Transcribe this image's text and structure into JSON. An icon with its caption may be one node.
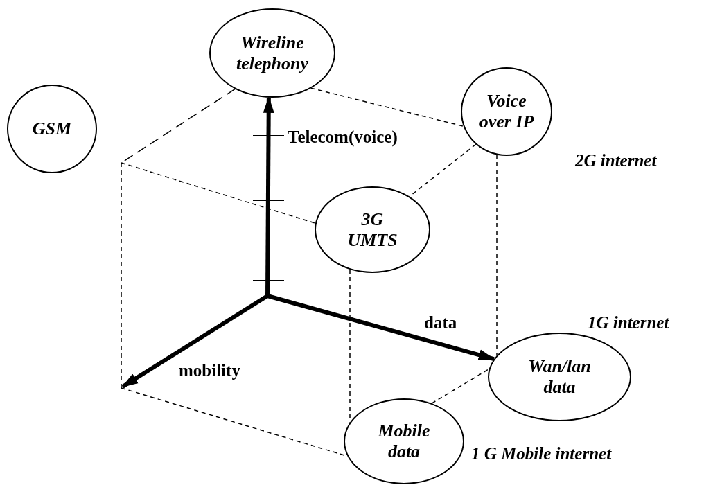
{
  "diagram": {
    "nodes": [
      {
        "text": [
          "Wireline telephony"
        ]
      },
      {
        "text": [
          "Voice over IP"
        ]
      },
      {
        "text": [
          "GSM"
        ]
      },
      {
        "text": [
          "3G UMTS"
        ]
      },
      {
        "text": [
          "Wan/lan data"
        ]
      },
      {
        "text": [
          "Mobile data"
        ]
      }
    ],
    "edges": [
      {
        "from": null,
        "to": 0,
        "arrow": "to",
        "style": "thick"
      },
      {
        "from": null,
        "to": 4,
        "arrow": "to",
        "style": "thick"
      },
      {
        "from": 0,
        "to": 1,
        "arrow": "none",
        "style": "dashed"
      },
      {
        "from": 0,
        "to": null,
        "arrow": "none",
        "style": "dashed"
      },
      {
        "from": 1,
        "to": 3,
        "arrow": "none",
        "style": "dashed"
      },
      {
        "from": 1,
        "to": 4,
        "arrow": "none",
        "style": "dashed"
      },
      {
        "from": null,
        "to": 3,
        "arrow": "none",
        "style": "dashed"
      },
      {
        "from": 3,
        "to": 5,
        "arrow": "none",
        "style": "dashed"
      },
      {
        "from": 5,
        "to": 4,
        "arrow": "none",
        "style": "dashed"
      },
      {
        "from": null,
        "to": 5,
        "arrow": "none",
        "style": "dashed"
      }
    ],
    "labels": [
      "Telecom(voice)",
      "2G internet",
      "1G internet",
      "data",
      "mobility",
      "1 G Mobile internet"
    ]
  }
}
